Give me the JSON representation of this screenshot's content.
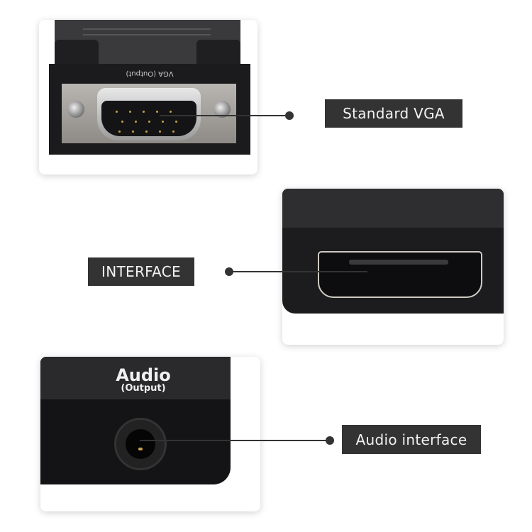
{
  "callouts": [
    {
      "id": "vga",
      "label": "Standard VGA"
    },
    {
      "id": "hdmi",
      "label": "INTERFACE"
    },
    {
      "id": "audio",
      "label": "Audio interface"
    }
  ],
  "product_markings": {
    "vga_face": "VGA (Output)",
    "audio_title": "Audio",
    "audio_subtitle": "(Output)"
  },
  "colors": {
    "label_bg": "#333333",
    "label_text": "#f2f2f2",
    "device_body": "#1c1c1e"
  }
}
